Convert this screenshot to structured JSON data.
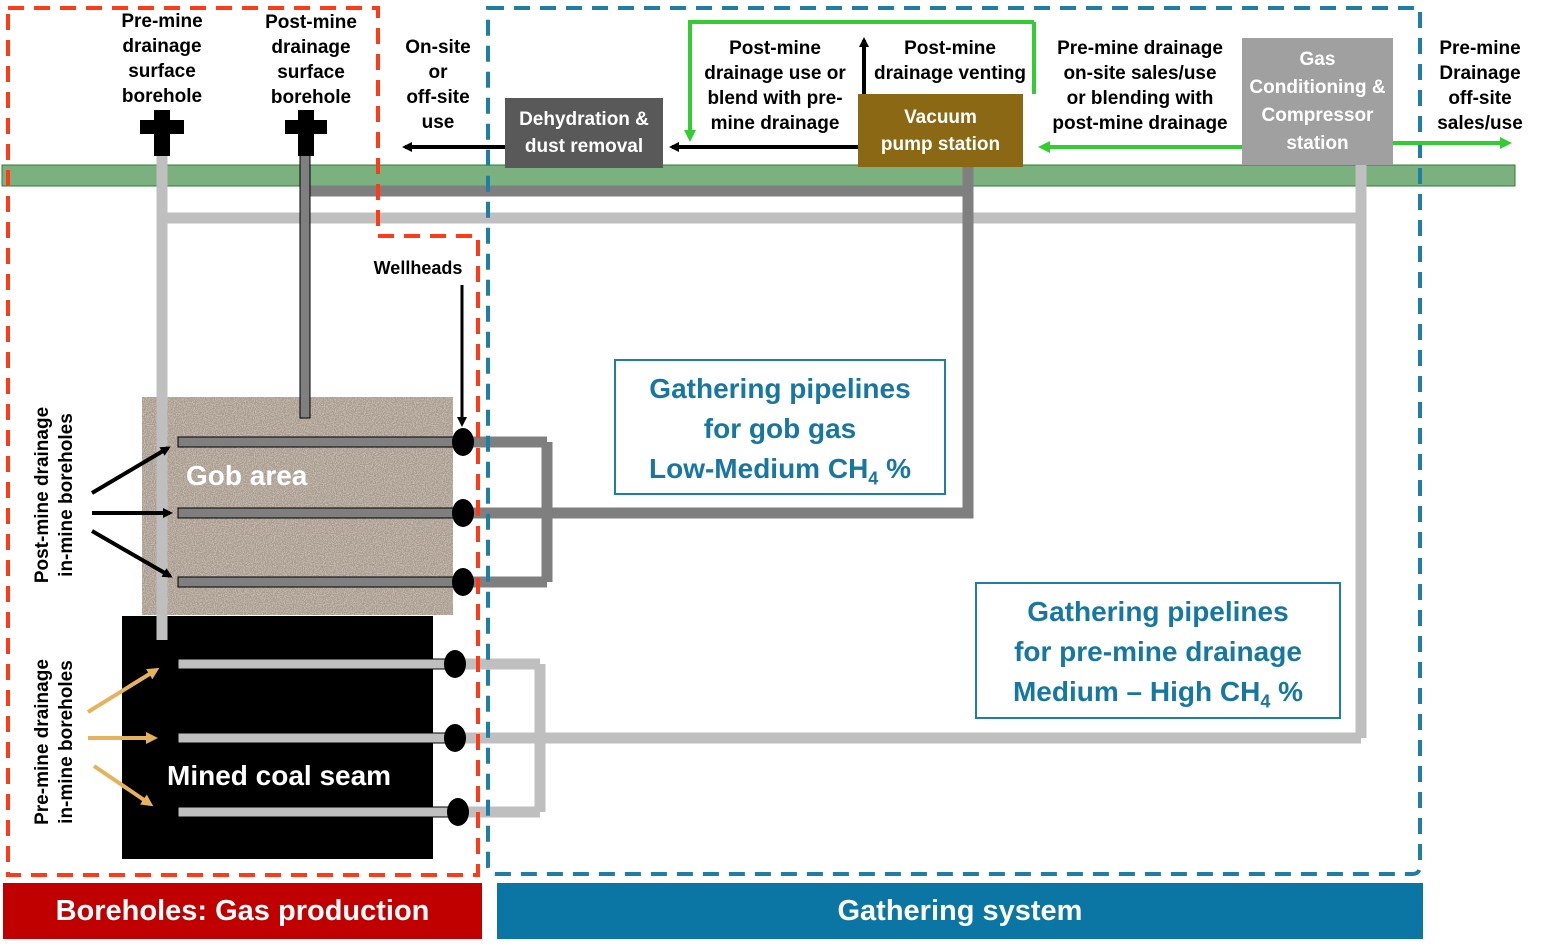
{
  "labels": {
    "premine_surface_borehole": [
      "Pre-mine",
      "drainage",
      "surface",
      "borehole"
    ],
    "postmine_surface_borehole": [
      "Post-mine",
      "drainage",
      "surface",
      "borehole"
    ],
    "onsite_offsite": [
      "On-site",
      "or",
      "off-site",
      "use"
    ],
    "dehydration": [
      "Dehydration &",
      "dust removal"
    ],
    "postmine_use": [
      "Post-mine",
      "drainage use or",
      "blend with pre-",
      "mine drainage"
    ],
    "postmine_venting": [
      "Post-mine",
      "drainage venting"
    ],
    "vacuum_pump": [
      "Vacuum",
      "pump station"
    ],
    "premine_onsite_sales": [
      "Pre-mine drainage",
      "on-site sales/use",
      "or blending with",
      "post-mine drainage"
    ],
    "gas_conditioning": [
      "Gas",
      "Conditioning &",
      "Compressor",
      "station"
    ],
    "premine_offsite": [
      "Pre-mine",
      "Drainage",
      "off-site",
      "sales/use"
    ],
    "wellheads": "Wellheads",
    "gob_area": "Gob area",
    "mined_coal_seam": "Mined coal seam",
    "postmine_inmine": [
      "Post-mine drainage",
      "in-mine boreholes"
    ],
    "premine_inmine": [
      "Pre-mine drainage",
      "in-mine boreholes"
    ],
    "gob_pipelines": {
      "line1": "Gathering pipelines",
      "line2": "for gob gas",
      "line3_pre": "Low-Medium CH",
      "sub": "4",
      "line3_post": " %"
    },
    "premine_pipelines": {
      "line1": "Gathering pipelines",
      "line2": "for pre-mine drainage",
      "line3_pre": "Medium – High CH",
      "sub": "4",
      "line3_post": " %"
    },
    "footer_left": "Boreholes: Gas production",
    "footer_right": "Gathering system"
  },
  "colors": {
    "red_dashed": "#ff3b17",
    "blue_dashed": "#1f7ea6",
    "ground": "#7bb17e",
    "dark_pipe": "#7f7f7f",
    "light_pipe": "#bfbfbf",
    "green_flow": "#33cc33",
    "vacuum_box": "#8b6914",
    "dehydration_box": "#595959",
    "conditioning_box": "#a0a0a0",
    "footer_red": "#c00000",
    "footer_blue": "#0b76a4",
    "tan_arrow": "#e6b35c"
  }
}
